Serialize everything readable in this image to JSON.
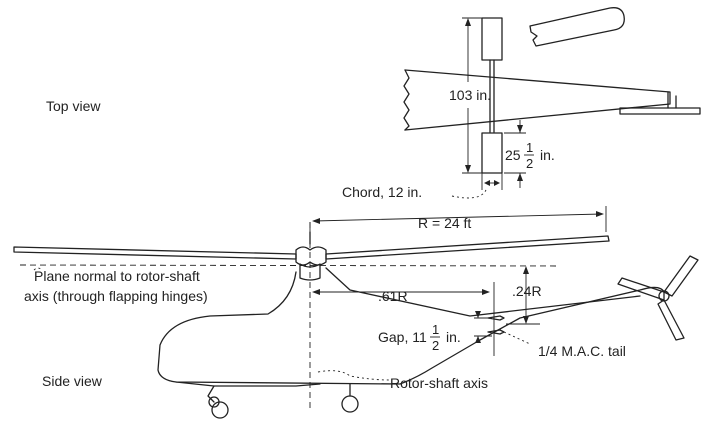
{
  "labels": {
    "top_view": "Top view",
    "side_view": "Side view",
    "span": "103 in.",
    "stab_chord_whole": "25",
    "stab_chord_num": "1",
    "stab_chord_den": "2",
    "stab_chord_unit": "in.",
    "chord": "Chord, 12 in.",
    "rotor_radius": "R = 24 ft",
    "plane_line1": "Plane normal to rotor-shaft",
    "plane_line2": "axis (through flapping hinges)",
    "dist_x": ".61R",
    "dist_y": ".24R",
    "gap_prefix": "Gap, 11",
    "gap_num": "1",
    "gap_den": "2",
    "gap_unit": "in.",
    "mac": "1/4 M.A.C. tail",
    "shaft_axis": "Rotor-shaft axis"
  },
  "colors": {
    "ink": "#222222",
    "background": "#ffffff"
  }
}
